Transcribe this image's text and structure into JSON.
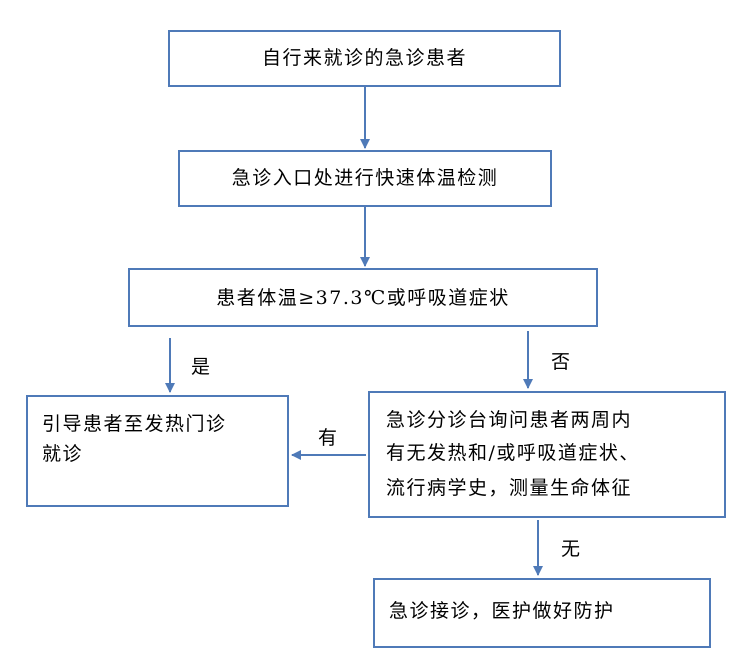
{
  "nodes": {
    "start": "自行来就诊的急诊患者",
    "temp_check": "急诊入口处进行快速体温检测",
    "condition": "患者体温≥37.3℃或呼吸道症状",
    "fever_clinic": [
      "引导患者至发热门诊",
      "就诊"
    ],
    "triage": [
      "急诊分诊台询问患者两周内",
      "有无发热和/或呼吸道症状、",
      "流行病学史，测量生命体征"
    ],
    "treat": "急诊接诊，医护做好防护"
  },
  "edges": {
    "yes": "是",
    "no": "否",
    "has": "有",
    "none": "无"
  },
  "colors": {
    "border": "#4f7ab8",
    "arrow": "#4f7ab8"
  }
}
